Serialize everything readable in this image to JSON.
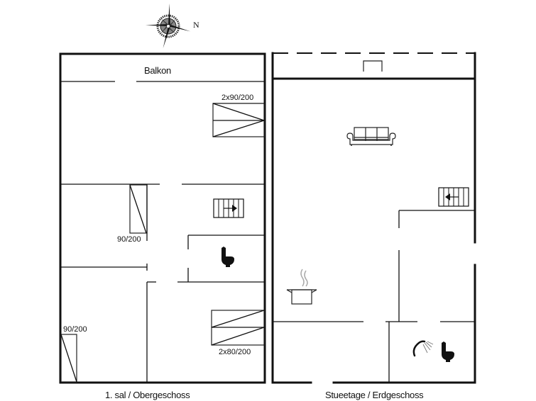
{
  "compass": {
    "label": "N"
  },
  "floors": [
    {
      "name": "1. sal / Obergeschoss",
      "rooms": [
        {
          "label": "Balkon"
        }
      ],
      "beds": [
        {
          "label": "2x90/200"
        },
        {
          "label": "90/200"
        },
        {
          "label": "90/200"
        },
        {
          "label": "2x80/200"
        }
      ],
      "symbols": [
        "stairs-icon",
        "toilet-icon"
      ]
    },
    {
      "name": "Stueetage / Erdgeschoss",
      "symbols": [
        "sofa-icon",
        "fireplace-icon",
        "stairs-icon",
        "kitchen-pot-icon",
        "shower-icon",
        "toilet-icon"
      ]
    }
  ]
}
